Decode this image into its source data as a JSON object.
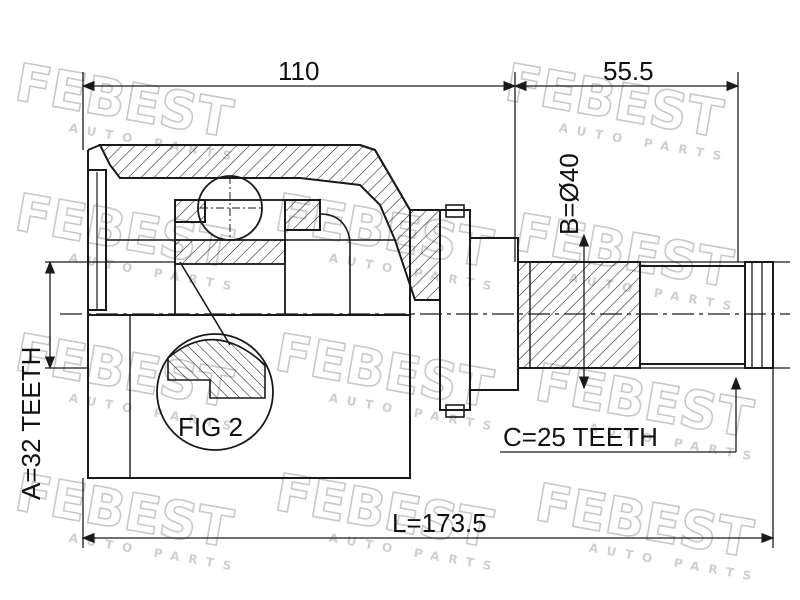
{
  "dimensions": {
    "length_110": "110",
    "length_55_5": "55.5",
    "diameter_b": "B=Ø40",
    "teeth_a": "A=32 TEETH",
    "teeth_c": "C=25 TEETH",
    "total_length": "L=173.5"
  },
  "figure_label": "FIG 2",
  "watermark": {
    "brand": "FEBEST",
    "tagline": "AUTO PARTS"
  },
  "colors": {
    "line": "#1a1a1a",
    "watermark": "#c9c9c9",
    "background": "#ffffff"
  }
}
